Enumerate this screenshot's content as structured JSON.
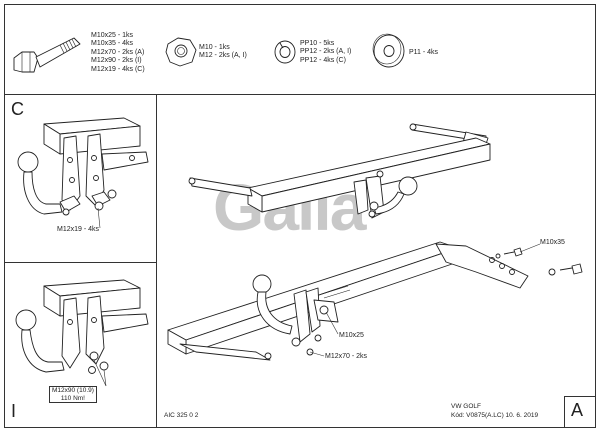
{
  "parts": {
    "bolts": [
      "M10x25 - 1ks",
      "M10x35 - 4ks",
      "M12x70 - 2ks (A)",
      "M12x90 - 2ks (I)",
      "M12x19 - 4ks (C)"
    ],
    "nuts": [
      "M10 - 1ks",
      "M12 - 2ks (A, I)"
    ],
    "washers_spring": [
      "PP10 - 5ks",
      "PP12 - 2ks (A, I)",
      "PP12 - 4ks (C)"
    ],
    "washer_flat": "P11 - 4ks"
  },
  "panel_c": {
    "letter": "C",
    "callout": "M12x19 - 4ks"
  },
  "panel_i": {
    "letter": "I",
    "callout_line1": "M12x90 (10.9)",
    "callout_line2": "110 Nm!"
  },
  "panel_a": {
    "letter": "A",
    "callout_m10x35": "M10x35",
    "callout_m10x25": "M10x25",
    "callout_m12x70": "M12x70 - 2ks",
    "watermark": "Galia"
  },
  "footer": {
    "code": "AIC 325 0 2",
    "vehicle": "VW GOLF",
    "kod": "Kód: V0875(A.LC)  10. 6. 2019"
  }
}
